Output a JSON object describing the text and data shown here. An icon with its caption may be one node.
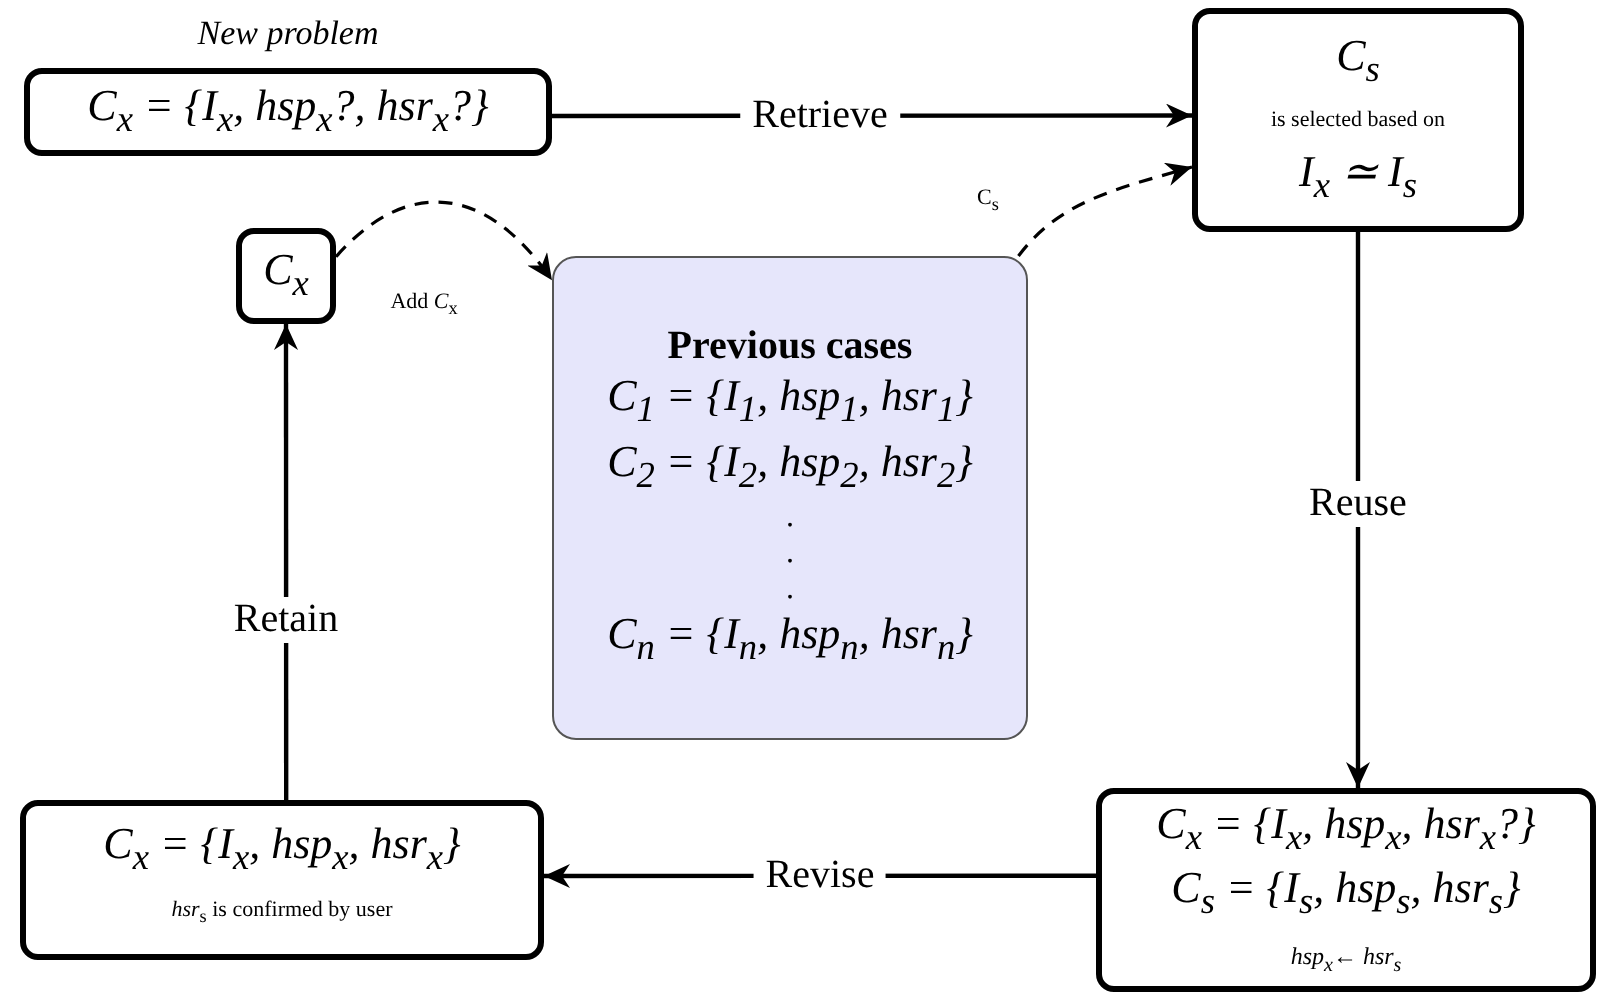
{
  "diagram": {
    "nodes": [
      {
        "text": [
          "New problem",
          "C$_{x}$ = {I$_{x}$, hsp$_{x}$?, hsr$_{x}$?}"
        ]
      },
      {
        "text": [
          "C$_{s}$",
          "is selected based on",
          "I$_{x}$ ≃ I$_{s}$"
        ]
      },
      {
        "text": [
          "Previous cases",
          "C$_{1}$ = {I$_{1}$, hsp$_{1}$, hsr$_{1}$}",
          "C$_{2}$ = {I$_{2}$, hsp$_{2}$, hsr$_{2}$}",
          ".",
          ".",
          ".",
          "C$_{n}$ = {I$_{n}$, hsp$_{n}$, hsr$_{n}$}"
        ]
      },
      {
        "text": [
          "C$_{x}$ = {I$_{x}$, hsp$_{x}$, hsr$_{x}$?}",
          "C$_{s}$ = {I$_{s}$, hsp$_{s}$, hsr$_{s}$}",
          "hsp$_{x}$← hsr$_{s}$"
        ]
      },
      {
        "text": [
          "C$_{x}$ = {I$_{x}$, hsp$_{x}$, hsr$_{x}$}",
          "*hsr*$_{s}$ is confirmed by user"
        ]
      },
      {
        "text": [
          "C$_{x}$"
        ]
      }
    ],
    "edges": [
      {
        "from": 0,
        "to": 1,
        "arrow": "to",
        "label": "Retrieve"
      },
      {
        "from": 2,
        "to": 1,
        "arrow": "to",
        "label": "C$_{s}$",
        "style": "dashed"
      },
      {
        "from": 1,
        "to": 3,
        "arrow": "to",
        "label": "Reuse"
      },
      {
        "from": 3,
        "to": 4,
        "arrow": "to",
        "label": "Revise"
      },
      {
        "from": 4,
        "to": 5,
        "arrow": "to",
        "label": "Retain"
      },
      {
        "from": 5,
        "to": 2,
        "arrow": "to",
        "label": "Add *C*$_{x}$",
        "style": "dashed"
      }
    ]
  }
}
